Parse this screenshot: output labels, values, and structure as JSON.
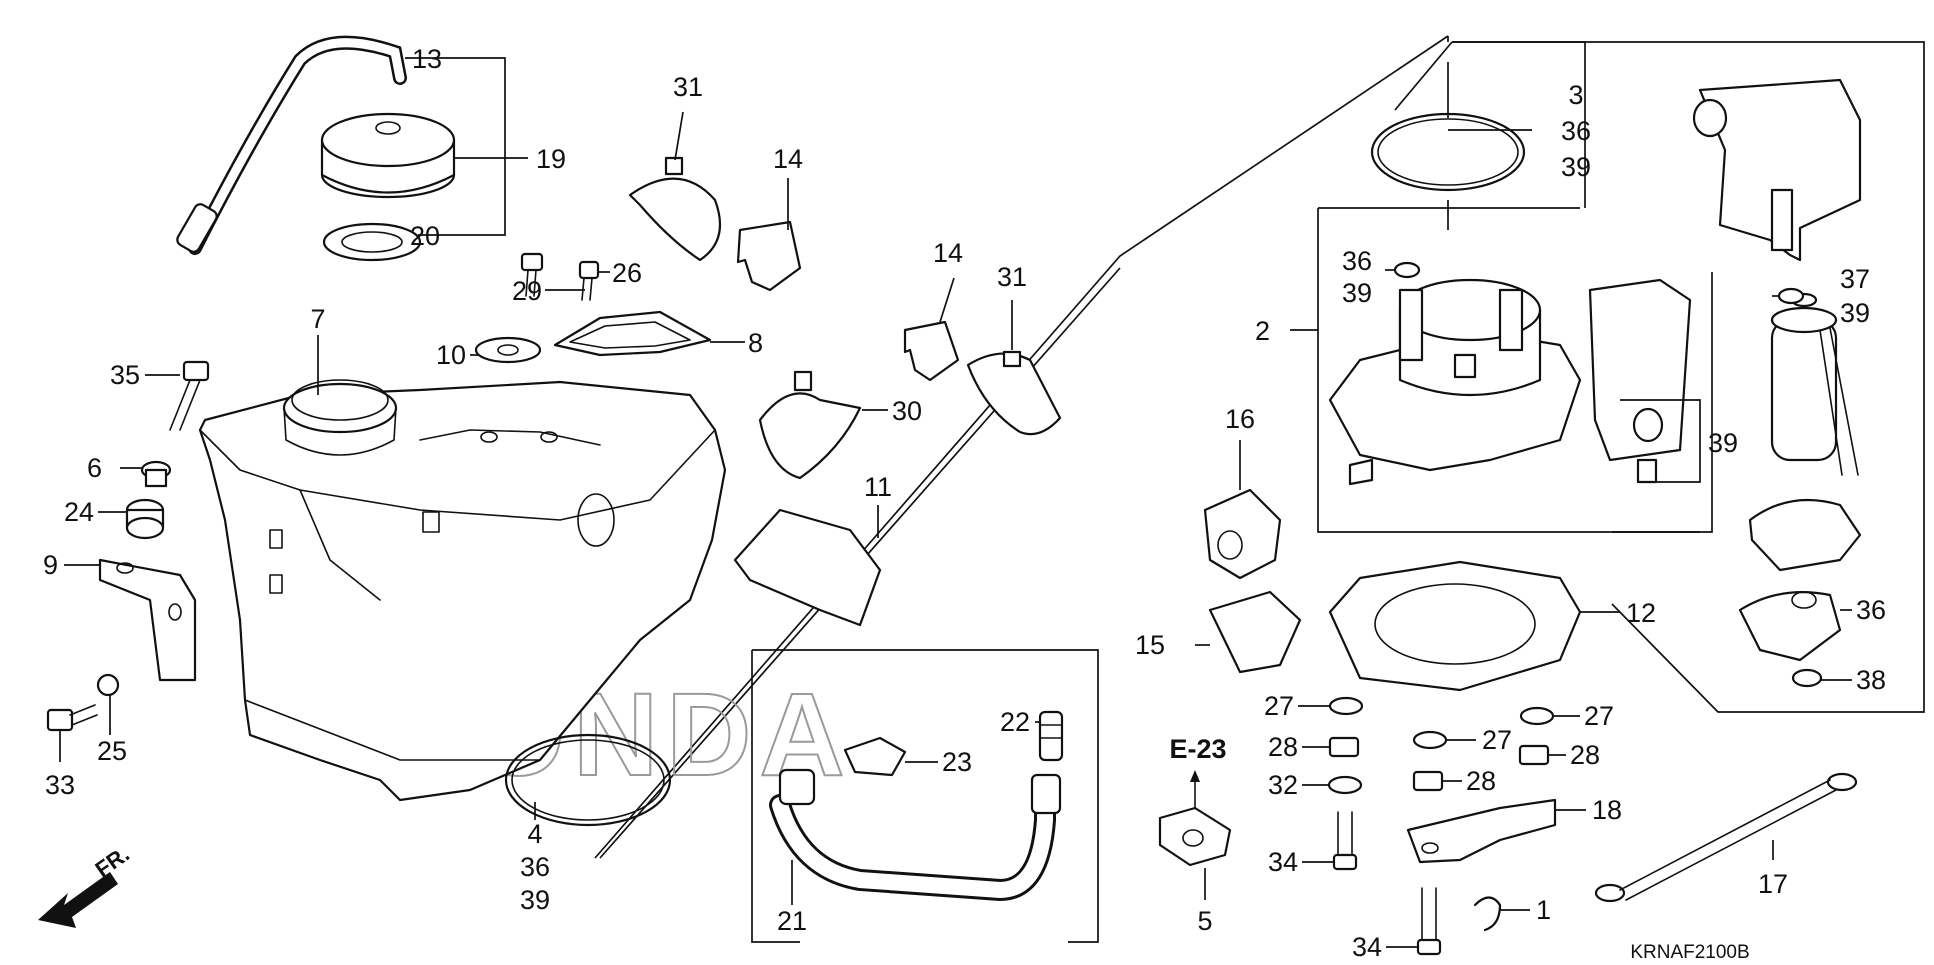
{
  "diagram_code": "KRNAF2100B",
  "reference_label": "E-23",
  "front_label": "FR.",
  "watermark": "HONDA",
  "callouts": {
    "c1": "1",
    "c2": "2",
    "c3": "3",
    "c3_36": "36",
    "c3_39": "39",
    "c4": "4",
    "c4_36": "36",
    "c4_39": "39",
    "c5": "5",
    "c6": "6",
    "c7": "7",
    "c8": "8",
    "c9": "9",
    "c10": "10",
    "c11": "11",
    "c12": "12",
    "c13": "13",
    "c14a": "14",
    "c14b": "14",
    "c15": "15",
    "c16": "16",
    "c17": "17",
    "c18": "18",
    "c19": "19",
    "c20": "20",
    "c21": "21",
    "c22": "22",
    "c23": "23",
    "c24": "24",
    "c25": "25",
    "c26": "26",
    "c27a": "27",
    "c27b": "27",
    "c27c": "27",
    "c28a": "28",
    "c28b": "28",
    "c28c": "28",
    "c29": "29",
    "c30": "30",
    "c31a": "31",
    "c31b": "31",
    "c32": "32",
    "c33": "33",
    "c34a": "34",
    "c34b": "34",
    "c35": "35",
    "c36a": "36",
    "c36a_39": "39",
    "c36b": "36",
    "c37": "37",
    "c37_39": "39",
    "c38": "38",
    "c39": "39"
  }
}
